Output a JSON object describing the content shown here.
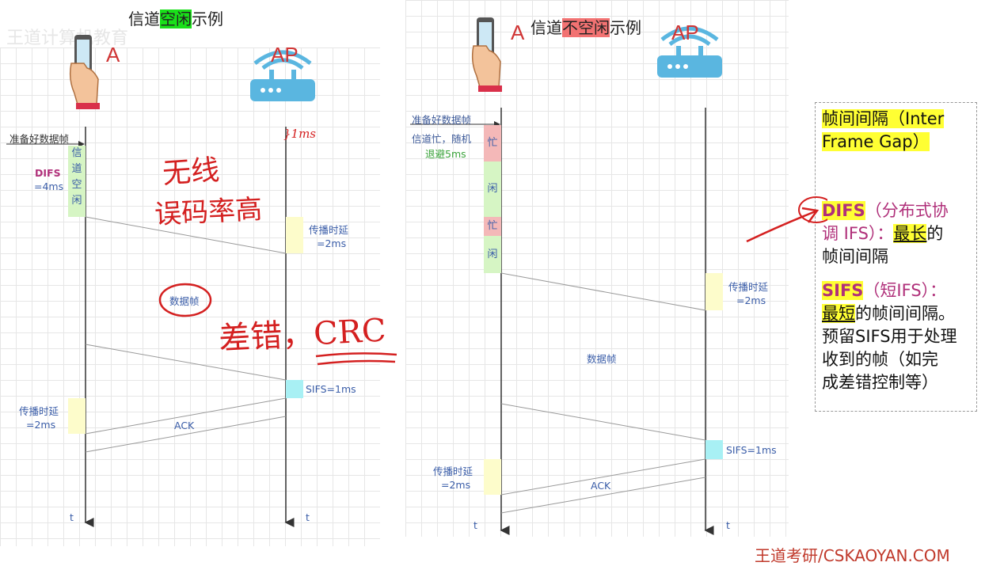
{
  "left_panel": {
    "title_pre": "信道",
    "title_hl": "空闲",
    "title_post": "示例",
    "station_a": "A",
    "station_ap": "AP",
    "ready_label": "准备好数据帧",
    "difs_label": "DIFS",
    "difs_value": "=4ms",
    "idle_chars": [
      "信",
      "道",
      "空",
      "闲"
    ],
    "prop_delay_1": "传播时延",
    "prop_delay_1_value": "=2ms",
    "data_frame": "数据帧",
    "sifs": "SIFS=1ms",
    "prop_delay_2": "传播时延",
    "prop_delay_2_value": "=2ms",
    "ack": "ACK",
    "t_left": "t",
    "t_right": "t"
  },
  "right_panel": {
    "title_pre": "信道",
    "title_hl": "不空闲",
    "title_post": "示例",
    "station_a": "A",
    "station_ap": "AP",
    "ready_label": "准备好数据帧",
    "busy_line1": "信道忙，随机",
    "busy_line2": "退避5ms",
    "seg_labels": [
      "忙",
      "闲",
      "忙",
      "闲"
    ],
    "prop_delay_1": "传播时延",
    "prop_delay_1_value": "=2ms",
    "data_frame": "数据帧",
    "sifs": "SIFS=1ms",
    "prop_delay_2": "传播时延",
    "prop_delay_2_value": "=2ms",
    "ack": "ACK",
    "t_left": "t",
    "t_right": "t"
  },
  "legend": {
    "line1": "帧间间隔（Inter",
    "line2": "Frame Gap）",
    "difs_name": "DIFS",
    "difs_desc1": "（分布式协",
    "difs_desc2": "调 IFS）：",
    "difs_hl": "最长",
    "difs_desc3": "的",
    "difs_desc4": "帧间间隔",
    "sifs_name": "SIFS",
    "sifs_desc1": "（短IFS）：",
    "sifs_hl": "最短",
    "sifs_desc2": "的帧间间隔。",
    "sifs_desc3": "预留SIFS用于处理",
    "sifs_desc4": "收到的帧（如完",
    "sifs_desc5": "成差错控制等）"
  },
  "annotations": {
    "ms_note": "}1ms",
    "wireless": "无线",
    "error_rate": "误码率高",
    "error_crc": "差错，CRC"
  },
  "watermark": "王道考研/CSKAOYAN.COM",
  "colors": {
    "idle_green": "#d6f5c4",
    "busy_red": "#f4b8b8",
    "delay_yellow": "#fdfccb",
    "sifs_cyan": "#a8f0f4",
    "ink_red": "#d42020"
  }
}
